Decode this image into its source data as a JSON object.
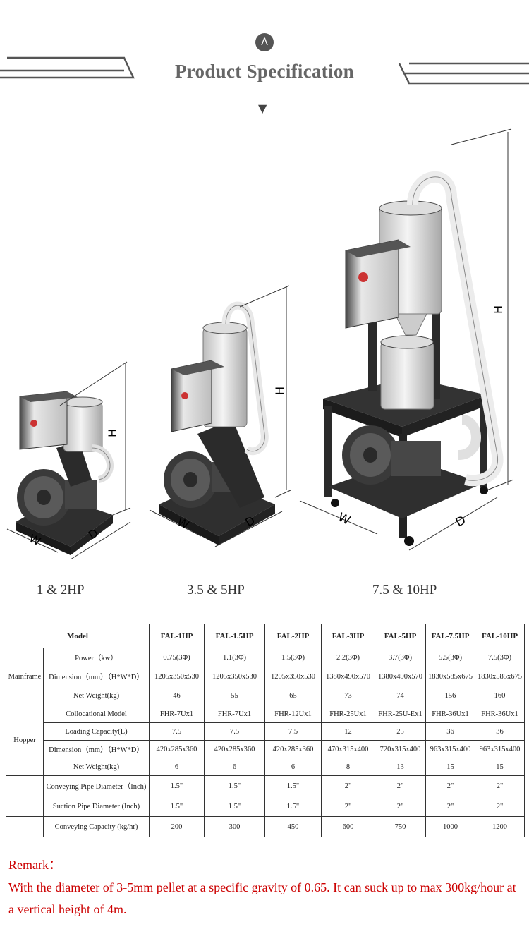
{
  "header": {
    "badge_glyph": "Λ",
    "title": "Product Specification",
    "arrow_glyph": "▼"
  },
  "illustration": {
    "dim_label_h": "H",
    "dim_label_w": "W",
    "dim_label_d": "D",
    "captions": [
      "1 & 2HP",
      "3.5 & 5HP",
      "7.5 & 10HP"
    ]
  },
  "table": {
    "model_label": "Model",
    "models": [
      "FAL-1HP",
      "FAL-1.5HP",
      "FAL-2HP",
      "FAL-3HP",
      "FAL-5HP",
      "FAL-7.5HP",
      "FAL-10HP"
    ],
    "mainframe_label": "Mainframe",
    "hopper_label": "Hopper",
    "mainframe_rows": [
      {
        "label": "Power（kw）",
        "values": [
          "0.75(3Φ)",
          "1.1(3Φ)",
          "1.5(3Φ)",
          "2.2(3Φ)",
          "3.7(3Φ)",
          "5.5(3Φ)",
          "7.5(3Φ)"
        ]
      },
      {
        "label": "Dimension（mm）（H*W*D）",
        "values": [
          "1205x350x530",
          "1205x350x530",
          "1205x350x530",
          "1380x490x570",
          "1380x490x570",
          "1830x585x675",
          "1830x585x675"
        ]
      },
      {
        "label": "Net Weight(kg)",
        "values": [
          "46",
          "55",
          "65",
          "73",
          "74",
          "156",
          "160"
        ]
      }
    ],
    "hopper_rows": [
      {
        "label": "Collocational Model",
        "values": [
          "FHR-7Ux1",
          "FHR-7Ux1",
          "FHR-12Ux1",
          "FHR-25Ux1",
          "FHR-25U-Ex1",
          "FHR-36Ux1",
          "FHR-36Ux1"
        ]
      },
      {
        "label": "Loading Capacity(L)",
        "values": [
          "7.5",
          "7.5",
          "7.5",
          "12",
          "25",
          "36",
          "36"
        ]
      },
      {
        "label": "Dimension（mm）（H*W*D）",
        "values": [
          "420x285x360",
          "420x285x360",
          "420x285x360",
          "470x315x400",
          "720x315x400",
          "963x315x400",
          "963x315x400"
        ]
      },
      {
        "label": "Net Weight(kg)",
        "values": [
          "6",
          "6",
          "6",
          "8",
          "13",
          "15",
          "15"
        ]
      }
    ],
    "other_rows": [
      {
        "label": "Conveying Pipe Diameter（Inch)",
        "values": [
          "1.5\"",
          "1.5\"",
          "1.5\"",
          "2\"",
          "2\"",
          "2\"",
          "2\""
        ]
      },
      {
        "label": "Suction Pipe Diameter (Inch)",
        "values": [
          "1.5\"",
          "1.5\"",
          "1.5\"",
          "2\"",
          "2\"",
          "2\"",
          "2\""
        ]
      },
      {
        "label": "Conveying Capacity (kg/hr)",
        "values": [
          "200",
          "300",
          "450",
          "600",
          "750",
          "1000",
          "1200"
        ]
      }
    ]
  },
  "remark": {
    "title": "Remark：",
    "text": "With the diameter of 3-5mm pellet at a specific gravity of 0.65. It can suck up to max 300kg/hour at a vertical height of 4m."
  },
  "colors": {
    "remark": "#cc0000",
    "title": "#666666",
    "frame": "#2b2b2b",
    "steel": "#d9d9d9"
  }
}
